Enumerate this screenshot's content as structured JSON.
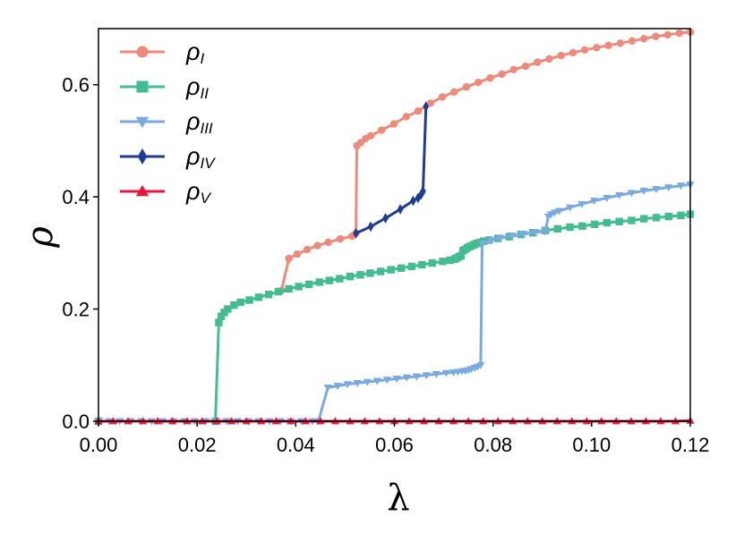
{
  "chart_data": {
    "type": "line",
    "xlabel": "λ",
    "ylabel": "ρ",
    "xlim": [
      0.0,
      0.12
    ],
    "ylim": [
      0.0,
      0.7
    ],
    "xticks": [
      "0.00",
      "0.02",
      "0.04",
      "0.06",
      "0.08",
      "0.10",
      "0.12"
    ],
    "yticks": [
      "0.0",
      "0.2",
      "0.4",
      "0.6"
    ],
    "legend_position": "top-left",
    "grid": false,
    "series": [
      {
        "name": "ρI",
        "base": "ρ",
        "sub": "I",
        "color": "#ef8a7a",
        "marker": "circle",
        "x": [
          0.0371,
          0.0386,
          0.0403,
          0.0423,
          0.0444,
          0.0466,
          0.049,
          0.0514,
          0.0522,
          0.0524,
          0.0532,
          0.0542,
          0.0552,
          0.0574,
          0.0599,
          0.0624,
          0.0648,
          0.0673,
          0.0697,
          0.0721,
          0.0746,
          0.077,
          0.0794,
          0.0818,
          0.0842,
          0.0866,
          0.089,
          0.0914,
          0.0938,
          0.0962,
          0.0986,
          0.101,
          0.1034,
          0.1058,
          0.1082,
          0.1106,
          0.113,
          0.1154,
          0.1178,
          0.12
        ],
        "y": [
          0.233,
          0.29,
          0.298,
          0.306,
          0.313,
          0.319,
          0.325,
          0.33,
          0.335,
          0.491,
          0.497,
          0.504,
          0.509,
          0.519,
          0.53,
          0.543,
          0.553,
          0.567,
          0.578,
          0.587,
          0.596,
          0.604,
          0.612,
          0.619,
          0.627,
          0.633,
          0.64,
          0.646,
          0.652,
          0.657,
          0.662,
          0.666,
          0.67,
          0.674,
          0.678,
          0.682,
          0.686,
          0.689,
          0.692,
          0.694
        ]
      },
      {
        "name": "ρII",
        "base": "ρ",
        "sub": "II",
        "color": "#43bc90",
        "marker": "square",
        "x": [
          0.0,
          0.0237,
          0.0244,
          0.0249,
          0.0255,
          0.0262,
          0.0275,
          0.0288,
          0.0306,
          0.0325,
          0.0345,
          0.0365,
          0.0386,
          0.0406,
          0.0427,
          0.0448,
          0.0468,
          0.0489,
          0.051,
          0.0531,
          0.0551,
          0.0572,
          0.0593,
          0.0614,
          0.0635,
          0.0656,
          0.0677,
          0.0698,
          0.0713,
          0.0722,
          0.0726,
          0.0731,
          0.0735,
          0.0739,
          0.0743,
          0.0748,
          0.0752,
          0.0757,
          0.0762,
          0.0767,
          0.0774,
          0.0781,
          0.0792,
          0.081,
          0.0833,
          0.0857,
          0.0881,
          0.0906,
          0.0931,
          0.0956,
          0.0981,
          0.1006,
          0.1031,
          0.1056,
          0.1081,
          0.1106,
          0.1131,
          0.1156,
          0.1181,
          0.12
        ],
        "y": [
          0.0,
          0.0,
          0.176,
          0.187,
          0.194,
          0.2,
          0.207,
          0.212,
          0.216,
          0.221,
          0.226,
          0.231,
          0.236,
          0.24,
          0.244,
          0.248,
          0.251,
          0.254,
          0.258,
          0.261,
          0.264,
          0.267,
          0.27,
          0.273,
          0.276,
          0.279,
          0.282,
          0.285,
          0.287,
          0.289,
          0.291,
          0.293,
          0.295,
          0.304,
          0.306,
          0.309,
          0.311,
          0.313,
          0.315,
          0.317,
          0.319,
          0.321,
          0.323,
          0.326,
          0.329,
          0.333,
          0.336,
          0.34,
          0.343,
          0.346,
          0.348,
          0.351,
          0.354,
          0.356,
          0.358,
          0.361,
          0.363,
          0.365,
          0.367,
          0.369
        ]
      },
      {
        "name": "ρIII",
        "base": "ρ",
        "sub": "III",
        "color": "#7aaae0",
        "marker": "triangle-down",
        "x": [
          0.0,
          0.0022,
          0.0043,
          0.0065,
          0.0087,
          0.0108,
          0.013,
          0.0152,
          0.0174,
          0.0195,
          0.0217,
          0.0239,
          0.026,
          0.0282,
          0.0304,
          0.0325,
          0.0347,
          0.0369,
          0.039,
          0.0412,
          0.0434,
          0.0446,
          0.0465,
          0.0485,
          0.0505,
          0.0525,
          0.0545,
          0.0565,
          0.0585,
          0.0605,
          0.0625,
          0.0645,
          0.0665,
          0.0685,
          0.0705,
          0.072,
          0.0729,
          0.0737,
          0.0744,
          0.075,
          0.0756,
          0.0763,
          0.0769,
          0.0775,
          0.0778,
          0.0795,
          0.0815,
          0.0838,
          0.0862,
          0.0886,
          0.0906,
          0.0912,
          0.0918,
          0.0925,
          0.0934,
          0.0956,
          0.098,
          0.1005,
          0.1031,
          0.1056,
          0.1081,
          0.1106,
          0.1131,
          0.1156,
          0.1181,
          0.12
        ],
        "y": [
          0.0,
          0.0,
          0.0,
          0.0,
          0.0,
          0.0,
          0.0,
          0.0,
          0.0,
          0.0,
          0.0,
          0.0,
          0.0,
          0.0,
          0.0,
          0.0,
          0.0,
          0.0,
          0.0,
          0.0,
          0.0,
          0.0,
          0.06,
          0.063,
          0.066,
          0.068,
          0.07,
          0.072,
          0.074,
          0.076,
          0.078,
          0.08,
          0.082,
          0.084,
          0.086,
          0.087,
          0.088,
          0.089,
          0.09,
          0.091,
          0.093,
          0.095,
          0.097,
          0.1,
          0.317,
          0.322,
          0.327,
          0.331,
          0.334,
          0.337,
          0.338,
          0.365,
          0.369,
          0.372,
          0.375,
          0.381,
          0.387,
          0.393,
          0.398,
          0.403,
          0.407,
          0.411,
          0.414,
          0.417,
          0.42,
          0.422
        ]
      },
      {
        "name": "ρIV",
        "base": "ρ",
        "sub": "IV",
        "color": "#1f3c95",
        "marker": "diamond",
        "x": [
          0.0522,
          0.0552,
          0.0582,
          0.0612,
          0.0638,
          0.0648,
          0.0654,
          0.0658,
          0.0664
        ],
        "y": [
          0.335,
          0.347,
          0.362,
          0.378,
          0.393,
          0.398,
          0.404,
          0.41,
          0.561
        ]
      },
      {
        "name": "ρV",
        "base": "ρ",
        "sub": "V",
        "color": "#e8143c",
        "marker": "triangle-up",
        "x": [
          0.0,
          0.003,
          0.006,
          0.009,
          0.012,
          0.015,
          0.018,
          0.021,
          0.024,
          0.027,
          0.03,
          0.033,
          0.036,
          0.039,
          0.042,
          0.045,
          0.048,
          0.051,
          0.054,
          0.057,
          0.06,
          0.063,
          0.066,
          0.069,
          0.072,
          0.075,
          0.078,
          0.081,
          0.084,
          0.087,
          0.09,
          0.093,
          0.096,
          0.099,
          0.102,
          0.105,
          0.108,
          0.111,
          0.114,
          0.117,
          0.12
        ],
        "y": [
          0.0,
          0.0,
          0.0,
          0.0,
          0.0,
          0.0,
          0.0,
          0.0,
          0.0,
          0.0,
          0.0,
          0.0,
          0.0,
          0.0,
          0.0,
          0.0,
          0.0,
          0.0,
          0.0,
          0.0,
          0.0,
          0.0,
          0.0,
          0.0,
          0.0,
          0.0,
          0.0,
          0.0,
          0.0,
          0.0,
          0.0,
          0.0,
          0.0,
          0.0,
          0.0,
          0.0,
          0.0,
          0.0,
          0.0,
          0.0,
          0.001
        ]
      }
    ]
  }
}
